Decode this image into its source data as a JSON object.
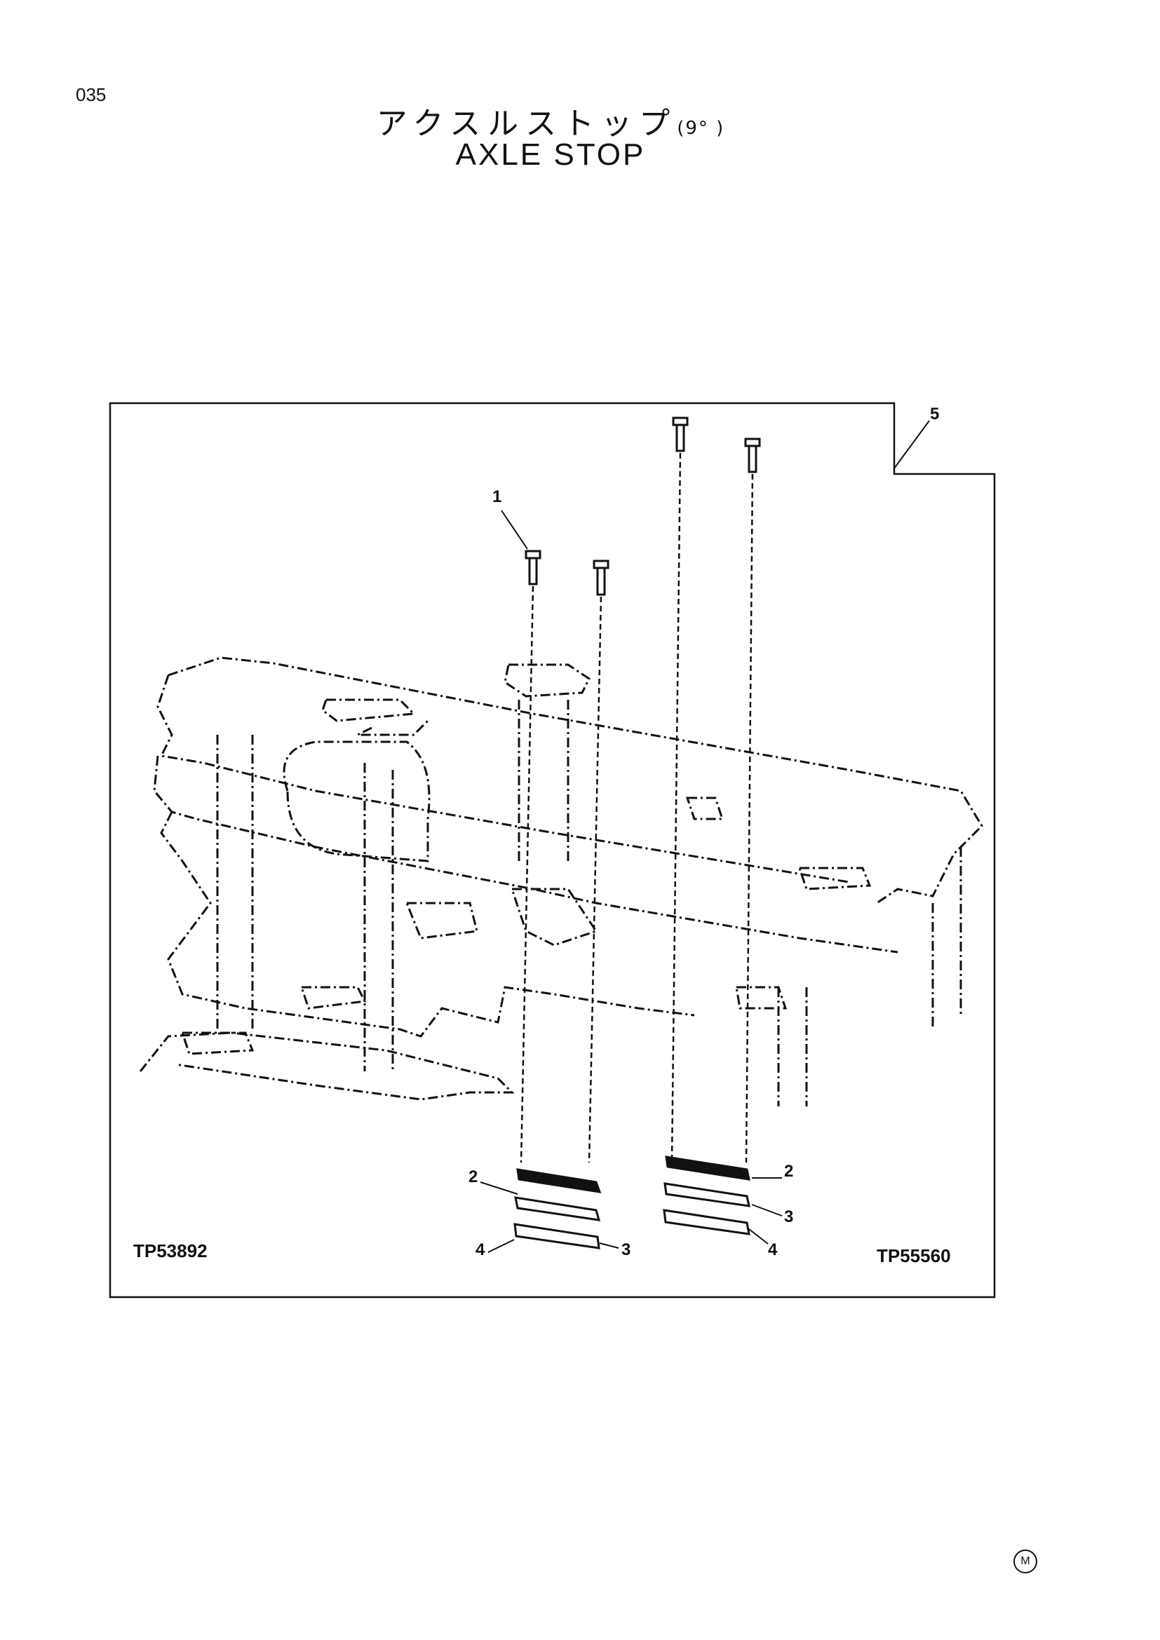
{
  "page": {
    "number": "035",
    "title_jp": "アクスルストップ",
    "title_jp_suffix": "(9°  )",
    "title_en": "AXLE  STOP",
    "footer_mark": "M"
  },
  "diagram": {
    "callouts": [
      "1",
      "5",
      "2",
      "3",
      "4",
      "2",
      "3",
      "4"
    ],
    "ref_codes": [
      "TP53892",
      "TP55560"
    ]
  }
}
